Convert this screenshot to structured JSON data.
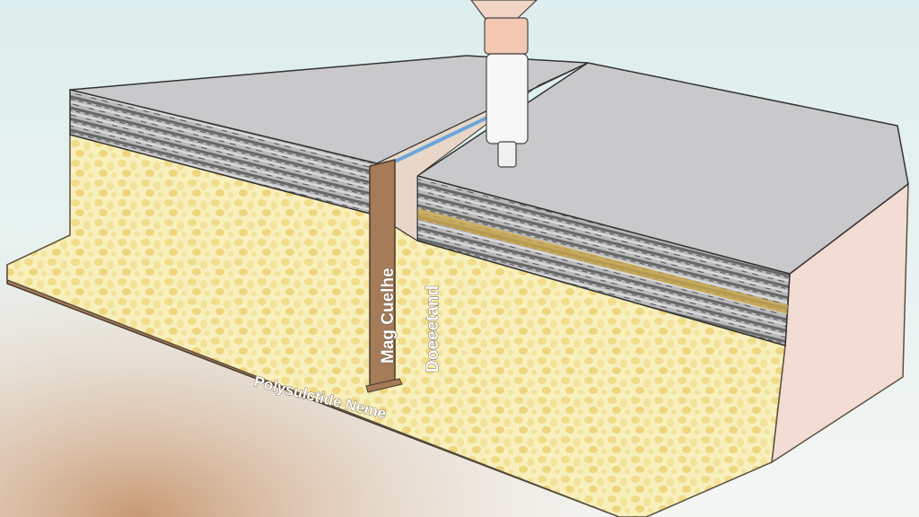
{
  "labels": {
    "vertical_strip": "Mag Cuelhe",
    "vertical_side": "Doeeetand",
    "base": "Polysulctide Neme"
  },
  "colors": {
    "background": "#e6f1ef",
    "surface": "#c9c9cc",
    "foam": "#f7eeb4",
    "foam_cells": "#f0d97a",
    "base_strip": "#a57b58",
    "side_wall": "#f3dcd4",
    "sealant_line": "#6aa6dc"
  }
}
